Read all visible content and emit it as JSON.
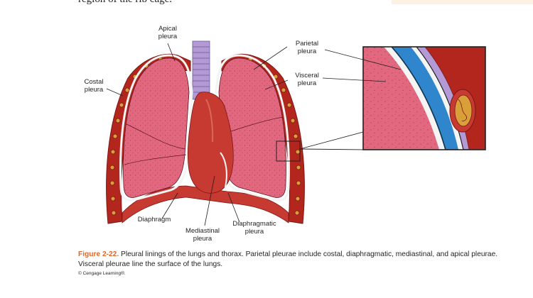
{
  "page": {
    "top_text": "region of the rib cage."
  },
  "figure": {
    "labels": {
      "apical": [
        "Apical",
        "pleura"
      ],
      "costal": [
        "Costal",
        "pleura"
      ],
      "parietal": [
        "Parietal",
        "pleura"
      ],
      "visceral": [
        "Visceral",
        "pleura"
      ],
      "diaphragm": "Diaphragm",
      "mediastinal": [
        "Mediastinal",
        "pleura"
      ],
      "diaphragmatic": [
        "Diaphragmatic",
        "pleura"
      ]
    },
    "colors": {
      "lung": "#e2687f",
      "lung_speckle": "#8a2238",
      "rib": "#b3261e",
      "rib_dark": "#7a1612",
      "heart": "#c73a32",
      "trachea": "#b39ad6",
      "pleura_space": "#2f86cc",
      "pleura_line": "#f4f4f4",
      "caption_accent": "#e0662a",
      "top_band": "#fdf1e2"
    }
  },
  "caption": {
    "figure_number": "Figure 2-22.",
    "text": " Pleural linings of the lungs and thorax. Parietal pleurae include costal, diaphragmatic, mediastinal, and apical pleurae. Visceral pleurae line the surface of the lungs.",
    "credit": "© Cengage Learning®."
  }
}
